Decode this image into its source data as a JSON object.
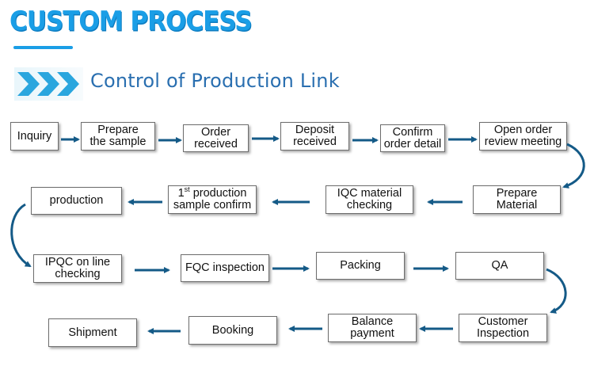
{
  "header": {
    "title": "CUSTOM PROCESS",
    "subtitle": "Control of Production Link",
    "chevron_icon": "triple-chevron-right-icon"
  },
  "colors": {
    "title": "#1a9ee6",
    "subtitle": "#2a6fb0",
    "arrow": "#145a87"
  },
  "steps": {
    "inquiry": "Inquiry",
    "prepare_sample": [
      "Prepare",
      "the sample"
    ],
    "order_received": [
      "Order",
      "received"
    ],
    "deposit_received": [
      "Deposit",
      "received"
    ],
    "confirm_order": [
      "Confirm",
      "order detail"
    ],
    "open_order": [
      "Open order",
      "review meeting"
    ],
    "prepare_material": [
      "Prepare",
      "Material"
    ],
    "iqc": [
      "IQC material",
      "checking"
    ],
    "first_production": {
      "num": "1",
      "sup": "st",
      "rest": " production",
      "line2": "sample confirm"
    },
    "production": "production",
    "ipqc": [
      "IPQC on line",
      "checking"
    ],
    "fqc": "FQC inspection",
    "packing": "Packing",
    "qa": "QA",
    "customer_inspection": [
      "Customer",
      "Inspection"
    ],
    "balance_payment": [
      "Balance",
      "payment"
    ],
    "booking": "Booking",
    "shipment": "Shipment"
  }
}
